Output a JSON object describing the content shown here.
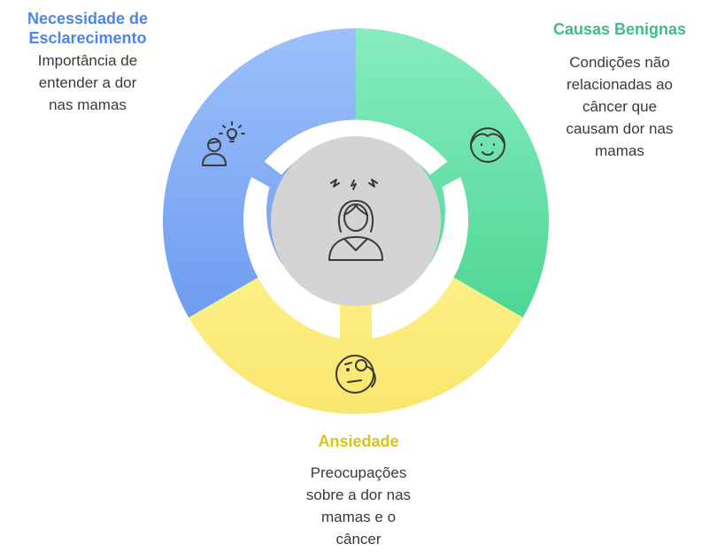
{
  "colors": {
    "blue_title": "#4c86e8",
    "green_title": "#3cbf82",
    "yellow_title": "#d8c21c",
    "blue_segment": "#8db3f7",
    "green_segment": "#6fe0a8",
    "yellow_segment": "#fbec7e",
    "center": "#d4d4d4",
    "outline": "#3a3a3a"
  },
  "segments": {
    "blue": {
      "title_lines": [
        "Necessidade de",
        "Esclarecimento"
      ],
      "desc_lines": [
        "Importância de",
        "entender a dor",
        "nas mamas"
      ],
      "icon": "person-lightbulb-icon"
    },
    "green": {
      "title_lines": [
        "Causas Benignas"
      ],
      "desc_lines": [
        "Condições não",
        "relacionadas ao",
        "câncer que",
        "causam dor nas",
        "mamas"
      ],
      "icon": "smiling-woman-face-icon"
    },
    "yellow": {
      "title_lines": [
        "Ansiedade"
      ],
      "desc_lines": [
        "Preocupações",
        "sobre a dor nas",
        "mamas e o",
        "câncer"
      ],
      "icon": "worried-face-monocle-icon"
    }
  },
  "center": {
    "icon": "distressed-woman-icon"
  }
}
